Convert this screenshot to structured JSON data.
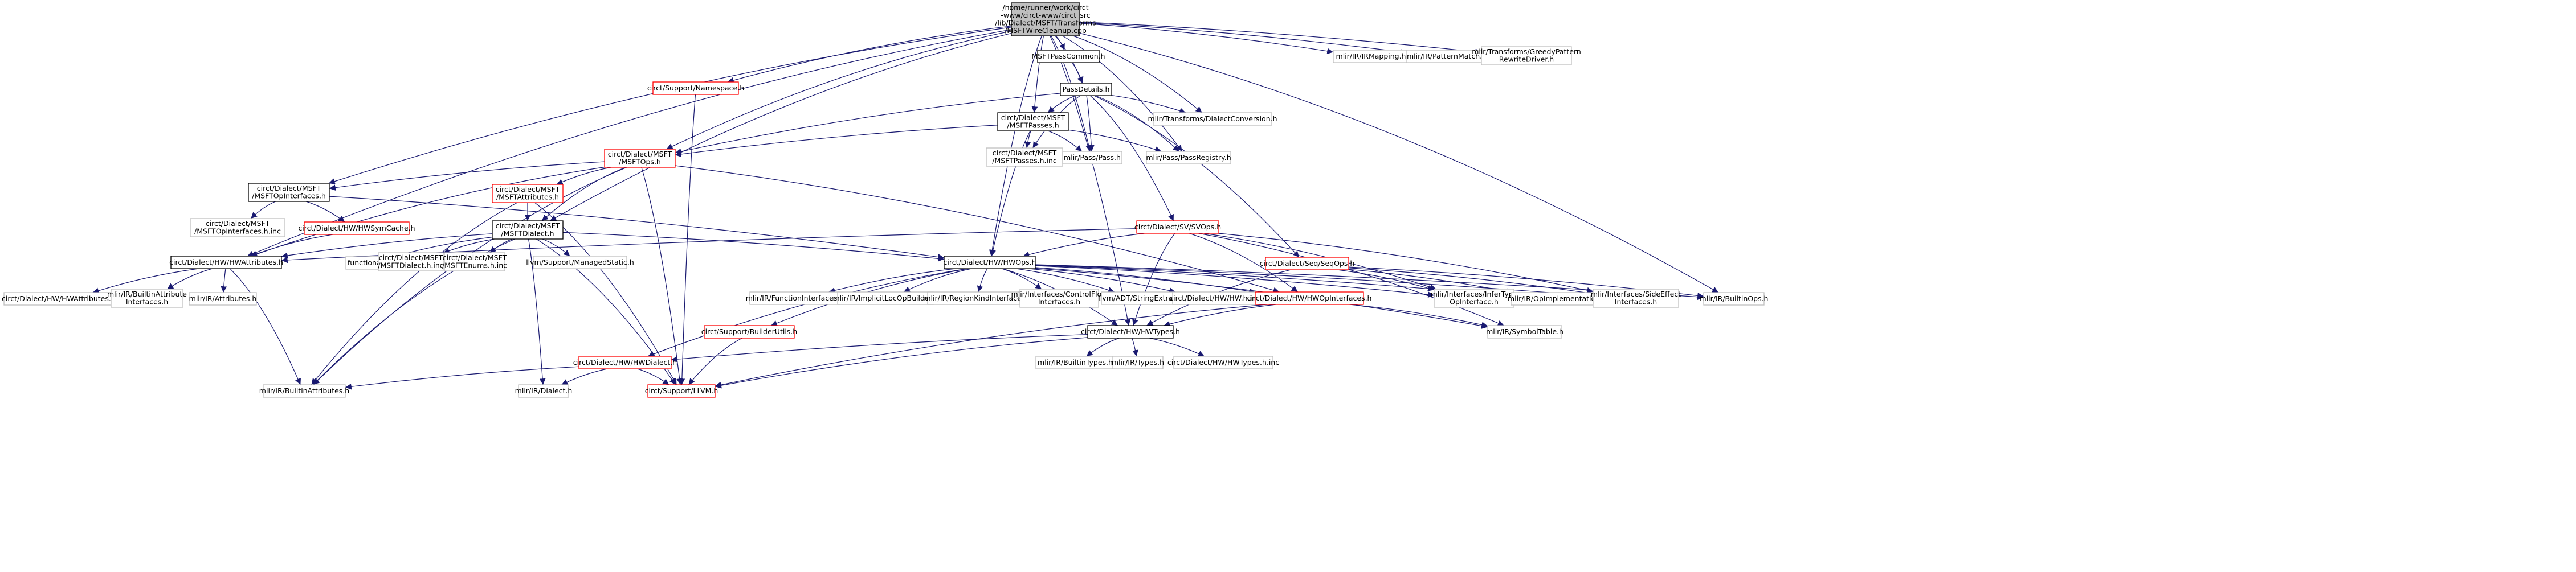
{
  "colors": {
    "edge": "#191970",
    "node_border": "#bfbfbf",
    "node_border_link": "#000000",
    "node_border_red": "#ff0000",
    "root_fill": "#bfbfbf",
    "text": "#000000"
  },
  "nodes": [
    {
      "id": "root",
      "style": "root",
      "lines": [
        "/home/runner/work/circt",
        "-www/circt-www/circt_src",
        "/lib/Dialect/MSFT/Transforms",
        "/MSFTWireCleanup.cpp"
      ]
    },
    {
      "id": "msftpasscommon",
      "style": "link",
      "lines": [
        "MSFTPassCommon.h"
      ]
    },
    {
      "id": "mlirmapping",
      "style": "plain",
      "lines": [
        "mlir/IR/IRMapping.h"
      ]
    },
    {
      "id": "patternmatch",
      "style": "plain",
      "lines": [
        "mlir/IR/PatternMatch.h"
      ]
    },
    {
      "id": "greedy",
      "style": "plain",
      "lines": [
        "mlir/Transforms/GreedyPattern",
        "RewriteDriver.h"
      ]
    },
    {
      "id": "namespace",
      "style": "red",
      "lines": [
        "circt/Support/Namespace.h"
      ]
    },
    {
      "id": "passdetails",
      "style": "link",
      "lines": [
        "PassDetails.h"
      ]
    },
    {
      "id": "msftpasses",
      "style": "link",
      "lines": [
        "circt/Dialect/MSFT",
        "/MSFTPasses.h"
      ]
    },
    {
      "id": "dialectconv",
      "style": "plain",
      "lines": [
        "mlir/Transforms/DialectConversion.h"
      ]
    },
    {
      "id": "msftops",
      "style": "red",
      "lines": [
        "circt/Dialect/MSFT",
        "/MSFTOps.h"
      ]
    },
    {
      "id": "msftpassesinc",
      "style": "plain",
      "lines": [
        "circt/Dialect/MSFT",
        "/MSFTPasses.h.inc"
      ]
    },
    {
      "id": "passh",
      "style": "plain",
      "lines": [
        "mlir/Pass/Pass.h"
      ]
    },
    {
      "id": "passregistry",
      "style": "plain",
      "lines": [
        "mlir/Pass/PassRegistry.h"
      ]
    },
    {
      "id": "msftopinterfaces",
      "style": "link",
      "lines": [
        "circt/Dialect/MSFT",
        "/MSFTOpInterfaces.h"
      ]
    },
    {
      "id": "msftattributes",
      "style": "red",
      "lines": [
        "circt/Dialect/MSFT",
        "/MSFTAttributes.h"
      ]
    },
    {
      "id": "msftopinterfacesinc",
      "style": "plain",
      "lines": [
        "circt/Dialect/MSFT",
        "/MSFTOpInterfaces.h.inc"
      ]
    },
    {
      "id": "hwsymcache",
      "style": "red",
      "lines": [
        "circt/Dialect/HW/HWSymCache.h"
      ]
    },
    {
      "id": "msftdialect",
      "style": "link",
      "lines": [
        "circt/Dialect/MSFT",
        "/MSFTDialect.h"
      ]
    },
    {
      "id": "svops",
      "style": "red",
      "lines": [
        "circt/Dialect/SV/SVOps.h"
      ]
    },
    {
      "id": "seqops",
      "style": "red",
      "lines": [
        "circt/Dialect/Seq/SeqOps.h"
      ]
    },
    {
      "id": "hwattributes",
      "style": "link",
      "lines": [
        "circt/Dialect/HW/HWAttributes.h"
      ]
    },
    {
      "id": "functional",
      "style": "plain",
      "lines": [
        "functional"
      ]
    },
    {
      "id": "msftdialectinc",
      "style": "plain",
      "lines": [
        "circt/Dialect/MSFT",
        "/MSFTDialect.h.inc"
      ]
    },
    {
      "id": "msftenumsinc",
      "style": "plain",
      "lines": [
        "circt/Dialect/MSFT",
        "/MSFTEnums.h.inc"
      ]
    },
    {
      "id": "managedstatic",
      "style": "plain",
      "lines": [
        "llvm/Support/ManagedStatic.h"
      ]
    },
    {
      "id": "hwops",
      "style": "link",
      "lines": [
        "circt/Dialect/HW/HWOps.h"
      ]
    },
    {
      "id": "hwattributesinc",
      "style": "plain",
      "lines": [
        "circt/Dialect/HW/HWAttributes.h.inc"
      ]
    },
    {
      "id": "builtinattrinterfaces",
      "style": "plain",
      "lines": [
        "mlir/IR/BuiltinAttribute",
        "Interfaces.h"
      ]
    },
    {
      "id": "attributes",
      "style": "plain",
      "lines": [
        "mlir/IR/Attributes.h"
      ]
    },
    {
      "id": "functioninterfaces",
      "style": "plain",
      "lines": [
        "mlir/IR/FunctionInterfaces.h"
      ]
    },
    {
      "id": "implicitloc",
      "style": "plain",
      "lines": [
        "mlir/IR/ImplicitLocOpBuilder.h"
      ]
    },
    {
      "id": "regionkind",
      "style": "plain",
      "lines": [
        "mlir/IR/RegionKindInterface.h"
      ]
    },
    {
      "id": "controlflow",
      "style": "plain",
      "lines": [
        "mlir/Interfaces/ControlFlow",
        "Interfaces.h"
      ]
    },
    {
      "id": "stringextras",
      "style": "plain",
      "lines": [
        "llvm/ADT/StringExtras.h"
      ]
    },
    {
      "id": "hwinc",
      "style": "plain",
      "lines": [
        "circt/Dialect/HW/HW.h.inc"
      ]
    },
    {
      "id": "hwopinterfaces",
      "style": "red",
      "lines": [
        "circt/Dialect/HW/HWOpInterfaces.h"
      ]
    },
    {
      "id": "infertype",
      "style": "plain",
      "lines": [
        "mlir/Interfaces/InferType",
        "OpInterface.h"
      ]
    },
    {
      "id": "opimpl",
      "style": "plain",
      "lines": [
        "mlir/IR/OpImplementation.h"
      ]
    },
    {
      "id": "sideeffect",
      "style": "plain",
      "lines": [
        "mlir/Interfaces/SideEffect",
        "Interfaces.h"
      ]
    },
    {
      "id": "builtinops",
      "style": "plain",
      "lines": [
        "mlir/IR/BuiltinOps.h"
      ]
    },
    {
      "id": "builderutils",
      "style": "red",
      "lines": [
        "circt/Support/BuilderUtils.h"
      ]
    },
    {
      "id": "hwtypes",
      "style": "link",
      "lines": [
        "circt/Dialect/HW/HWTypes.h"
      ]
    },
    {
      "id": "symboltable",
      "style": "plain",
      "lines": [
        "mlir/IR/SymbolTable.h"
      ]
    },
    {
      "id": "hwdialect",
      "style": "red",
      "lines": [
        "circt/Dialect/HW/HWDialect.h"
      ]
    },
    {
      "id": "builtintypes",
      "style": "plain",
      "lines": [
        "mlir/IR/BuiltinTypes.h"
      ]
    },
    {
      "id": "types",
      "style": "plain",
      "lines": [
        "mlir/IR/Types.h"
      ]
    },
    {
      "id": "hwtypesinc",
      "style": "plain",
      "lines": [
        "circt/Dialect/HW/HWTypes.h.inc"
      ]
    },
    {
      "id": "builtinattributes",
      "style": "plain",
      "lines": [
        "mlir/IR/BuiltinAttributes.h"
      ]
    },
    {
      "id": "dialecth",
      "style": "plain",
      "lines": [
        "mlir/IR/Dialect.h"
      ]
    },
    {
      "id": "llvmh",
      "style": "red",
      "lines": [
        "circt/Support/LLVM.h"
      ]
    }
  ],
  "edges": [
    [
      "root",
      "msftpasscommon"
    ],
    [
      "root",
      "mlirmapping"
    ],
    [
      "root",
      "patternmatch"
    ],
    [
      "root",
      "greedy"
    ],
    [
      "root",
      "namespace"
    ],
    [
      "root",
      "passdetails"
    ],
    [
      "root",
      "msftpasses"
    ],
    [
      "root",
      "dialectconv"
    ],
    [
      "root",
      "msftops"
    ],
    [
      "root",
      "passh"
    ],
    [
      "root",
      "passregistry"
    ],
    [
      "root",
      "msftopinterfaces"
    ],
    [
      "root",
      "msftdialect"
    ],
    [
      "root",
      "hwattributes"
    ],
    [
      "root",
      "hwops"
    ],
    [
      "root",
      "builtinops"
    ],
    [
      "root",
      "hwtypes"
    ],
    [
      "msftpasscommon",
      "passdetails"
    ],
    [
      "namespace",
      "llvmh"
    ],
    [
      "passdetails",
      "msftpasses"
    ],
    [
      "passdetails",
      "dialectconv"
    ],
    [
      "passdetails",
      "msftops"
    ],
    [
      "passdetails",
      "msftpassesinc"
    ],
    [
      "passdetails",
      "passh"
    ],
    [
      "passdetails",
      "passregistry"
    ],
    [
      "passdetails",
      "svops"
    ],
    [
      "passdetails",
      "seqops"
    ],
    [
      "msftpasses",
      "msftops"
    ],
    [
      "msftpasses",
      "msftpassesinc"
    ],
    [
      "msftpasses",
      "passh"
    ],
    [
      "msftpasses",
      "passregistry"
    ],
    [
      "msftpasses",
      "hwops"
    ],
    [
      "msftops",
      "msftopinterfaces"
    ],
    [
      "msftops",
      "msftattributes"
    ],
    [
      "msftops",
      "msftdialect"
    ],
    [
      "msftops",
      "hwattributes"
    ],
    [
      "msftops",
      "builtinattributes"
    ],
    [
      "msftops",
      "hwopinterfaces"
    ],
    [
      "msftops",
      "llvmh"
    ],
    [
      "msftopinterfaces",
      "msftopinterfacesinc"
    ],
    [
      "msftopinterfaces",
      "hwsymcache"
    ],
    [
      "msftopinterfaces",
      "hwops"
    ],
    [
      "msftattributes",
      "msftdialect"
    ],
    [
      "msftattributes",
      "builtinattributes"
    ],
    [
      "msftattributes",
      "llvmh"
    ],
    [
      "hwsymcache",
      "hwattributes"
    ],
    [
      "msftdialect",
      "hwattributes"
    ],
    [
      "msftdialect",
      "functional"
    ],
    [
      "msftdialect",
      "msftdialectinc"
    ],
    [
      "msftdialect",
      "msftenumsinc"
    ],
    [
      "msftdialect",
      "managedstatic"
    ],
    [
      "msftdialect",
      "hwops"
    ],
    [
      "msftdialect",
      "builtinattributes"
    ],
    [
      "msftdialect",
      "dialecth"
    ],
    [
      "msftdialect",
      "llvmh"
    ],
    [
      "svops",
      "hwattributes"
    ],
    [
      "svops",
      "hwops"
    ],
    [
      "svops",
      "infertype"
    ],
    [
      "svops",
      "sideeffect"
    ],
    [
      "svops",
      "symboltable"
    ],
    [
      "svops",
      "hwtypes"
    ],
    [
      "svops",
      "hwopinterfaces"
    ],
    [
      "seqops",
      "infertype"
    ],
    [
      "seqops",
      "opimpl"
    ],
    [
      "seqops",
      "sideeffect"
    ],
    [
      "seqops",
      "builtinops"
    ],
    [
      "seqops",
      "hwtypes"
    ],
    [
      "hwattributes",
      "hwattributesinc"
    ],
    [
      "hwattributes",
      "builtinattrinterfaces"
    ],
    [
      "hwattributes",
      "attributes"
    ],
    [
      "hwattributes",
      "builtinattributes"
    ],
    [
      "hwops",
      "functioninterfaces"
    ],
    [
      "hwops",
      "implicitloc"
    ],
    [
      "hwops",
      "regionkind"
    ],
    [
      "hwops",
      "controlflow"
    ],
    [
      "hwops",
      "stringextras"
    ],
    [
      "hwops",
      "hwinc"
    ],
    [
      "hwops",
      "hwopinterfaces"
    ],
    [
      "hwops",
      "infertype"
    ],
    [
      "hwops",
      "opimpl"
    ],
    [
      "hwops",
      "sideeffect"
    ],
    [
      "hwops",
      "builtinops"
    ],
    [
      "hwops",
      "builderutils"
    ],
    [
      "hwops",
      "hwtypes"
    ],
    [
      "hwops",
      "symboltable"
    ],
    [
      "hwops",
      "hwdialect"
    ],
    [
      "hwopinterfaces",
      "hwtypes"
    ],
    [
      "hwopinterfaces",
      "symboltable"
    ],
    [
      "hwopinterfaces",
      "llvmh"
    ],
    [
      "builderutils",
      "llvmh"
    ],
    [
      "hwtypes",
      "hwdialect"
    ],
    [
      "hwtypes",
      "builtintypes"
    ],
    [
      "hwtypes",
      "types"
    ],
    [
      "hwtypes",
      "hwtypesinc"
    ],
    [
      "hwtypes",
      "llvmh"
    ],
    [
      "hwdialect",
      "builtinattributes"
    ],
    [
      "hwdialect",
      "dialecth"
    ],
    [
      "hwdialect",
      "llvmh"
    ]
  ]
}
